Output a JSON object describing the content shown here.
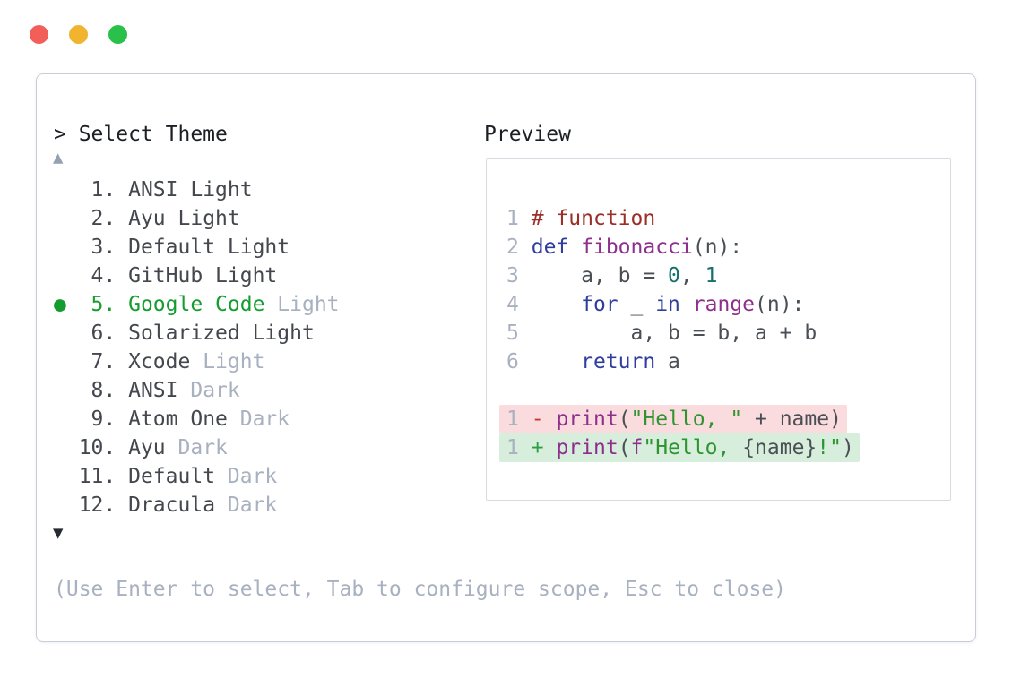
{
  "window": {
    "traffic_lights": [
      {
        "name": "close"
      },
      {
        "name": "minimize"
      },
      {
        "name": "maximize"
      }
    ]
  },
  "colors": {
    "close": "#f25f58",
    "minimize": "#f0b42e",
    "maximize": "#29c149",
    "panel-border": "#c8ccd5",
    "preview-border": "#d7dae1",
    "title": "#1c1f24",
    "item": "#44484e",
    "muted": "#a8b1c0",
    "sel-green": "#149d2e",
    "arrow-up": "#95a0b2",
    "arrow-down": "#262b31",
    "line-number": "#a8b1c0",
    "code-plain": "#4a4f55",
    "code-comment": "#9a2f28",
    "code-keyword": "#2f3e9e",
    "code-func": "#8d2f8d",
    "code-number": "#17706c",
    "code-string": "#2f9430",
    "diff-minus": "#c63931",
    "diff-plus": "#2f9e44",
    "diff-del-bg": "#fadbde",
    "diff-add-bg": "#d6eedb"
  },
  "picker": {
    "title": "> Select Theme",
    "up_arrow": "▲",
    "down_arrow": "▼",
    "selected_indicator": "●",
    "items": [
      {
        "number": "1",
        "label": "ANSI Light",
        "muted": "",
        "selected": false
      },
      {
        "number": "2",
        "label": "Ayu Light",
        "muted": "",
        "selected": false
      },
      {
        "number": "3",
        "label": "Default Light",
        "muted": "",
        "selected": false
      },
      {
        "number": "4",
        "label": "GitHub Light",
        "muted": "",
        "selected": false
      },
      {
        "number": "5",
        "label": "Google Code",
        "muted": "Light",
        "selected": true
      },
      {
        "number": "6",
        "label": "Solarized Light",
        "muted": "",
        "selected": false
      },
      {
        "number": "7",
        "label": "Xcode",
        "muted": "Light",
        "selected": false
      },
      {
        "number": "8",
        "label": "ANSI",
        "muted": "Dark",
        "selected": false
      },
      {
        "number": "9",
        "label": "Atom One",
        "muted": "Dark",
        "selected": false
      },
      {
        "number": "10",
        "label": "Ayu",
        "muted": "Dark",
        "selected": false
      },
      {
        "number": "11",
        "label": "Default",
        "muted": "Dark",
        "selected": false
      },
      {
        "number": "12",
        "label": "Dracula",
        "muted": "Dark",
        "selected": false
      }
    ],
    "hint": "(Use Enter to select, Tab to configure scope, Esc to close)"
  },
  "preview": {
    "title": "Preview",
    "lines": [
      {
        "ln": "1",
        "tokens": [
          [
            "c",
            "# function"
          ]
        ]
      },
      {
        "ln": "2",
        "tokens": [
          [
            "k",
            "def"
          ],
          [
            "p",
            " "
          ],
          [
            "f",
            "fibonacci"
          ],
          [
            "p",
            "(n):"
          ]
        ]
      },
      {
        "ln": "3",
        "tokens": [
          [
            "p",
            "    a, b = "
          ],
          [
            "n",
            "0"
          ],
          [
            "p",
            ", "
          ],
          [
            "n",
            "1"
          ]
        ]
      },
      {
        "ln": "4",
        "tokens": [
          [
            "p",
            "    "
          ],
          [
            "k",
            "for"
          ],
          [
            "p",
            " _ "
          ],
          [
            "k",
            "in"
          ],
          [
            "p",
            " "
          ],
          [
            "f",
            "range"
          ],
          [
            "p",
            "(n):"
          ]
        ]
      },
      {
        "ln": "5",
        "tokens": [
          [
            "p",
            "        a, b = b, a + b"
          ]
        ]
      },
      {
        "ln": "6",
        "tokens": [
          [
            "p",
            "    "
          ],
          [
            "k",
            "return"
          ],
          [
            "p",
            " a"
          ]
        ]
      },
      {
        "ln": "",
        "tokens": []
      },
      {
        "ln": "1",
        "diff": "del",
        "tokens": [
          [
            "m",
            "-"
          ],
          [
            "p",
            " "
          ],
          [
            "f",
            "print"
          ],
          [
            "p",
            "("
          ],
          [
            "s",
            "\"Hello, \""
          ],
          [
            "p",
            " + name)"
          ]
        ]
      },
      {
        "ln": "1",
        "diff": "add",
        "tokens": [
          [
            "a",
            "+"
          ],
          [
            "p",
            " "
          ],
          [
            "f",
            "print"
          ],
          [
            "p",
            "("
          ],
          [
            "f",
            "f"
          ],
          [
            "s",
            "\"Hello, "
          ],
          [
            "p",
            "{name}"
          ],
          [
            "s",
            "!\""
          ],
          [
            "p",
            ")"
          ]
        ]
      }
    ]
  }
}
